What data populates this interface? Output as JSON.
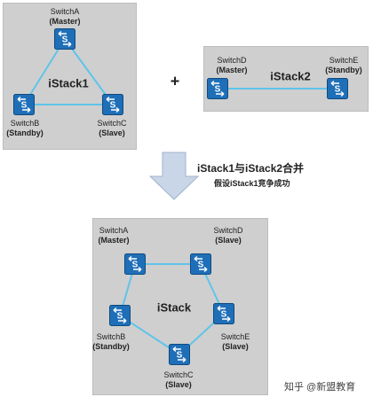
{
  "top_left": {
    "stack_name": "iStack1",
    "switches": [
      {
        "name": "SwitchA",
        "role": "(Master)"
      },
      {
        "name": "SwitchB",
        "role": "(Standby)"
      },
      {
        "name": "SwitchC",
        "role": "(Slave)"
      }
    ]
  },
  "plus": "+",
  "top_right": {
    "stack_name": "iStack2",
    "switches": [
      {
        "name": "SwitchD",
        "role": "(Master)"
      },
      {
        "name": "SwitchE",
        "role": "(Standby)"
      }
    ]
  },
  "merge": {
    "title": "iStack1与iStack2合并",
    "subtitle": "假设iStack1竞争成功"
  },
  "bottom": {
    "stack_name": "iStack",
    "switches": [
      {
        "name": "SwitchA",
        "role": "(Master)"
      },
      {
        "name": "SwitchD",
        "role": "(Slave)"
      },
      {
        "name": "SwitchB",
        "role": "(Standby)"
      },
      {
        "name": "SwitchE",
        "role": "(Slave)"
      },
      {
        "name": "SwitchC",
        "role": "(Slave)"
      }
    ]
  },
  "watermark": "知乎 @新盟教育",
  "colors": {
    "panel": "#cfcfcf",
    "link": "#5fc4ea",
    "switch": "#1f6fb8",
    "arrow": "#c9d6e8"
  }
}
